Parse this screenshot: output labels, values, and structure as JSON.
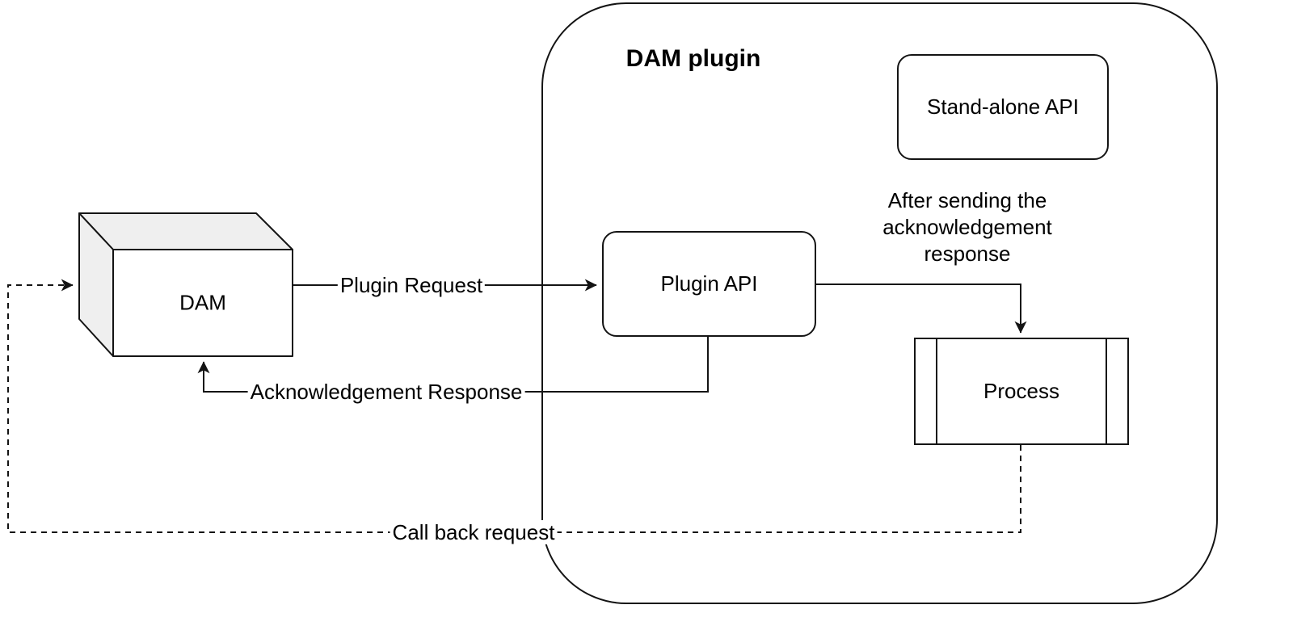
{
  "nodes": {
    "dam": {
      "label": "DAM"
    },
    "dam_plugin": {
      "label": "DAM plugin"
    },
    "standalone_api": {
      "label": "Stand-alone API"
    },
    "plugin_api": {
      "label": "Plugin API"
    },
    "process": {
      "label": "Process"
    }
  },
  "edges": {
    "plugin_request": {
      "label": "Plugin Request",
      "style": "solid-arrow"
    },
    "acknowledgement_response": {
      "label": "Acknowledgement Response",
      "style": "solid-arrow"
    },
    "call_back_request": {
      "label": "Call back request",
      "style": "dashed-arrow"
    },
    "after_note": {
      "lines": [
        "After sending the",
        "acknowledgement",
        "response"
      ]
    }
  },
  "colors": {
    "background": "#ffffff",
    "stroke": "#141414",
    "cube_shade": "#efefef",
    "text": "#000000"
  }
}
